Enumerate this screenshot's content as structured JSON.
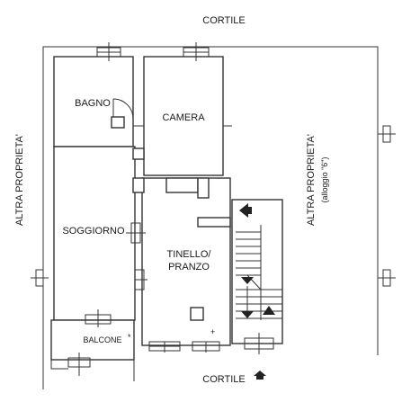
{
  "labels": {
    "top": "CORTILE",
    "bottom": "CORTILE",
    "left": "ALTRA PROPRIETA'",
    "right_line1": "ALTRA PROPRIETA'",
    "right_line2": "(alloggio \"6\")"
  },
  "rooms": {
    "bagno": "BAGNO",
    "camera": "CAMERA",
    "soggiorno": "SOGGIORNO",
    "tinello_line1": "TINELLO/",
    "tinello_line2": "PRANZO",
    "balcone": "BALCONE",
    "balcone_mark": "*"
  },
  "icons": {
    "entrance_arrow": "arrow-left-icon",
    "stairs_arrow": "arrow-up-icon",
    "courtyard_arrow": "house-arrow-icon"
  }
}
